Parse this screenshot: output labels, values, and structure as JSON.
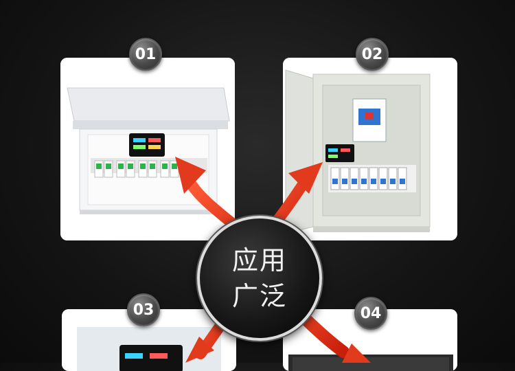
{
  "badges": [
    "01",
    "02",
    "03",
    "04"
  ],
  "center_label": {
    "line1": "应用",
    "line2": "广泛"
  },
  "colors": {
    "arrow": "#e23a1c",
    "background": "#141414",
    "card": "#ffffff"
  }
}
